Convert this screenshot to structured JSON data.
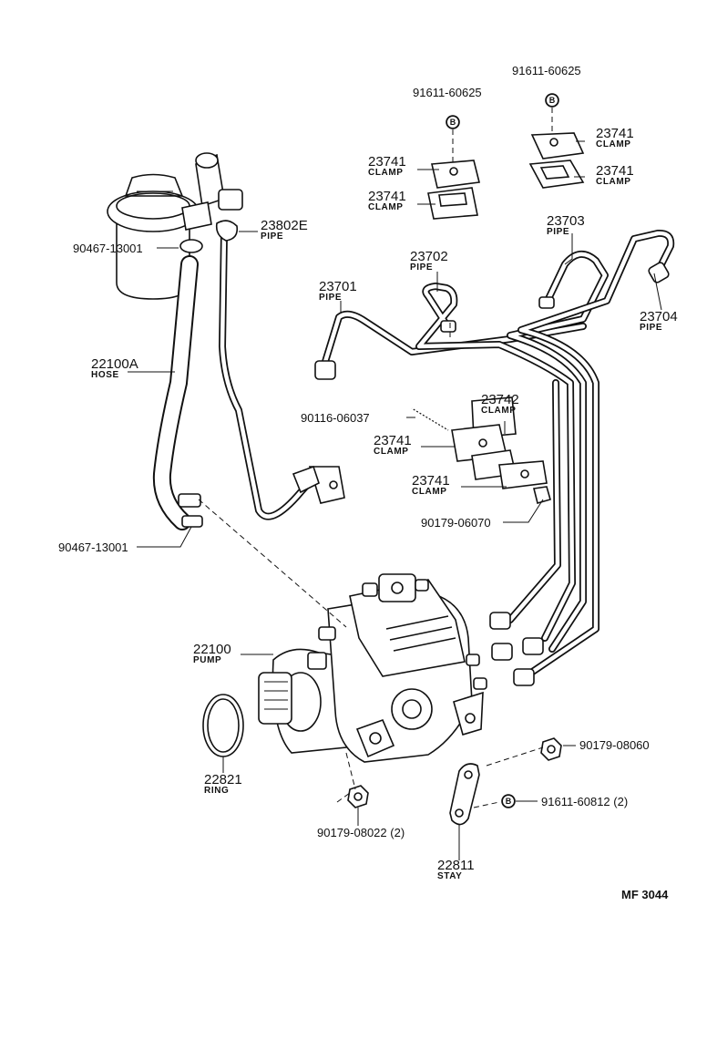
{
  "callouts": {
    "bolt_top_center": {
      "number": "91611-60625",
      "badge": "B"
    },
    "bolt_top_right": {
      "number": "91611-60625",
      "badge": "B"
    },
    "clamp_upper_left_a": {
      "number": "23741",
      "name": "CLAMP"
    },
    "clamp_upper_left_b": {
      "number": "23741",
      "name": "CLAMP"
    },
    "clamp_upper_right_a": {
      "number": "23741",
      "name": "CLAMP"
    },
    "clamp_upper_right_b": {
      "number": "23741",
      "name": "CLAMP"
    },
    "pipe_23802e": {
      "number": "23802E",
      "name": "PIPE"
    },
    "hose_clip_upper": {
      "number": "90467-13001"
    },
    "pipe_23703": {
      "number": "23703",
      "name": "PIPE"
    },
    "pipe_23702": {
      "number": "23702",
      "name": "PIPE"
    },
    "pipe_23701": {
      "number": "23701",
      "name": "PIPE"
    },
    "pipe_23704": {
      "number": "23704",
      "name": "PIPE"
    },
    "hose_22100a": {
      "number": "22100A",
      "name": "HOSE"
    },
    "stud_90116": {
      "number": "90116-06037"
    },
    "clamp_23742": {
      "number": "23742",
      "name": "CLAMP"
    },
    "clamp_mid_a": {
      "number": "23741",
      "name": "CLAMP"
    },
    "clamp_mid_b": {
      "number": "23741",
      "name": "CLAMP"
    },
    "nut_90179_06070": {
      "number": "90179-06070"
    },
    "hose_clip_lower": {
      "number": "90467-13001"
    },
    "pump_22100": {
      "number": "22100",
      "name": "PUMP"
    },
    "nut_90179_08060": {
      "number": "90179-08060"
    },
    "ring_22821": {
      "number": "22821",
      "name": "RING"
    },
    "bolt_91611_60812": {
      "number": "91611-60812",
      "qty": "(2)",
      "badge": "B"
    },
    "nut_90179_08022": {
      "number": "90179-08022",
      "qty": "(2)"
    },
    "stay_22811": {
      "number": "22811",
      "name": "STAY"
    }
  },
  "figure_code": "MF 3044"
}
